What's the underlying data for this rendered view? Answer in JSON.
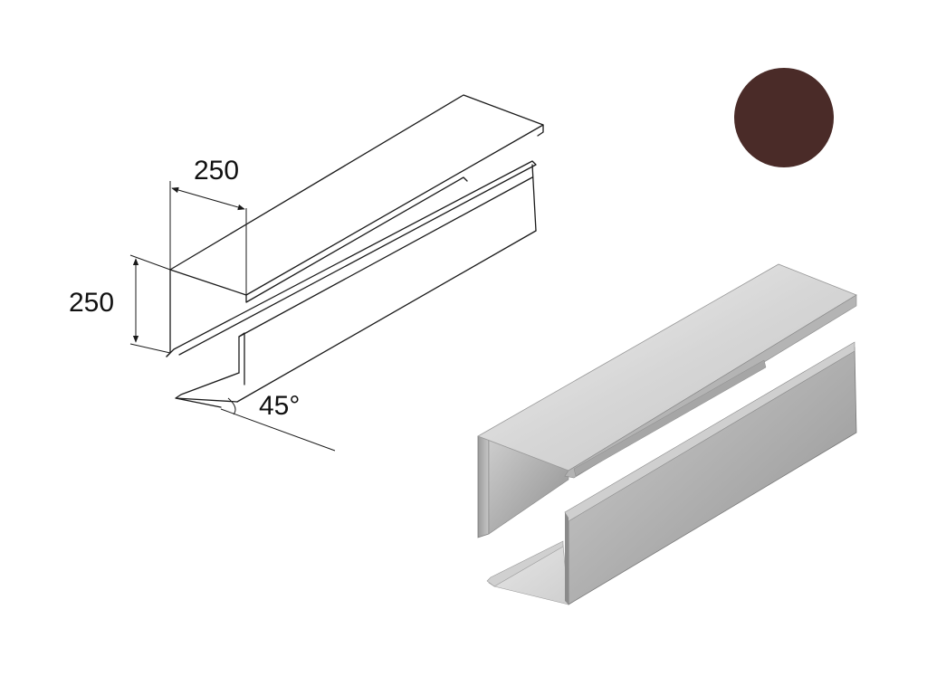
{
  "diagram": {
    "width_label": "250",
    "height_label": "250",
    "angle_label": "45°"
  },
  "colors": {
    "swatch": "#4a2b28",
    "metal_light": "#d9d9d9",
    "metal_mid": "#bdbdbd",
    "metal_dark": "#8f8f8f",
    "line": "#1a1a1a"
  }
}
